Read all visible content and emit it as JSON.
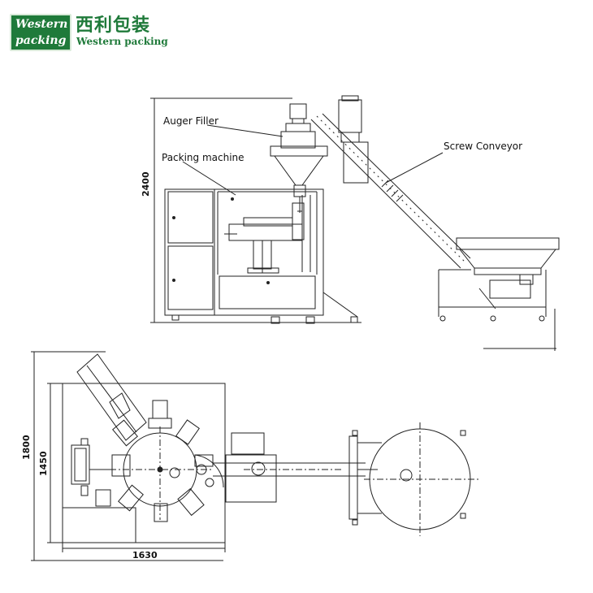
{
  "logo": {
    "line1": "Western",
    "line2": "packing",
    "brand_cn": "西利包装",
    "brand_en": "Western packing"
  },
  "labels": {
    "auger_filler": "Auger Filler",
    "packing_machine": "Packing machine",
    "screw_conveyor": "Screw Conveyor"
  },
  "dimensions": {
    "height": "2400",
    "length": "1800",
    "inner_length": "1450",
    "width": "1630"
  },
  "colors": {
    "brand_green": "#1f7a3a",
    "line": "#222222"
  }
}
